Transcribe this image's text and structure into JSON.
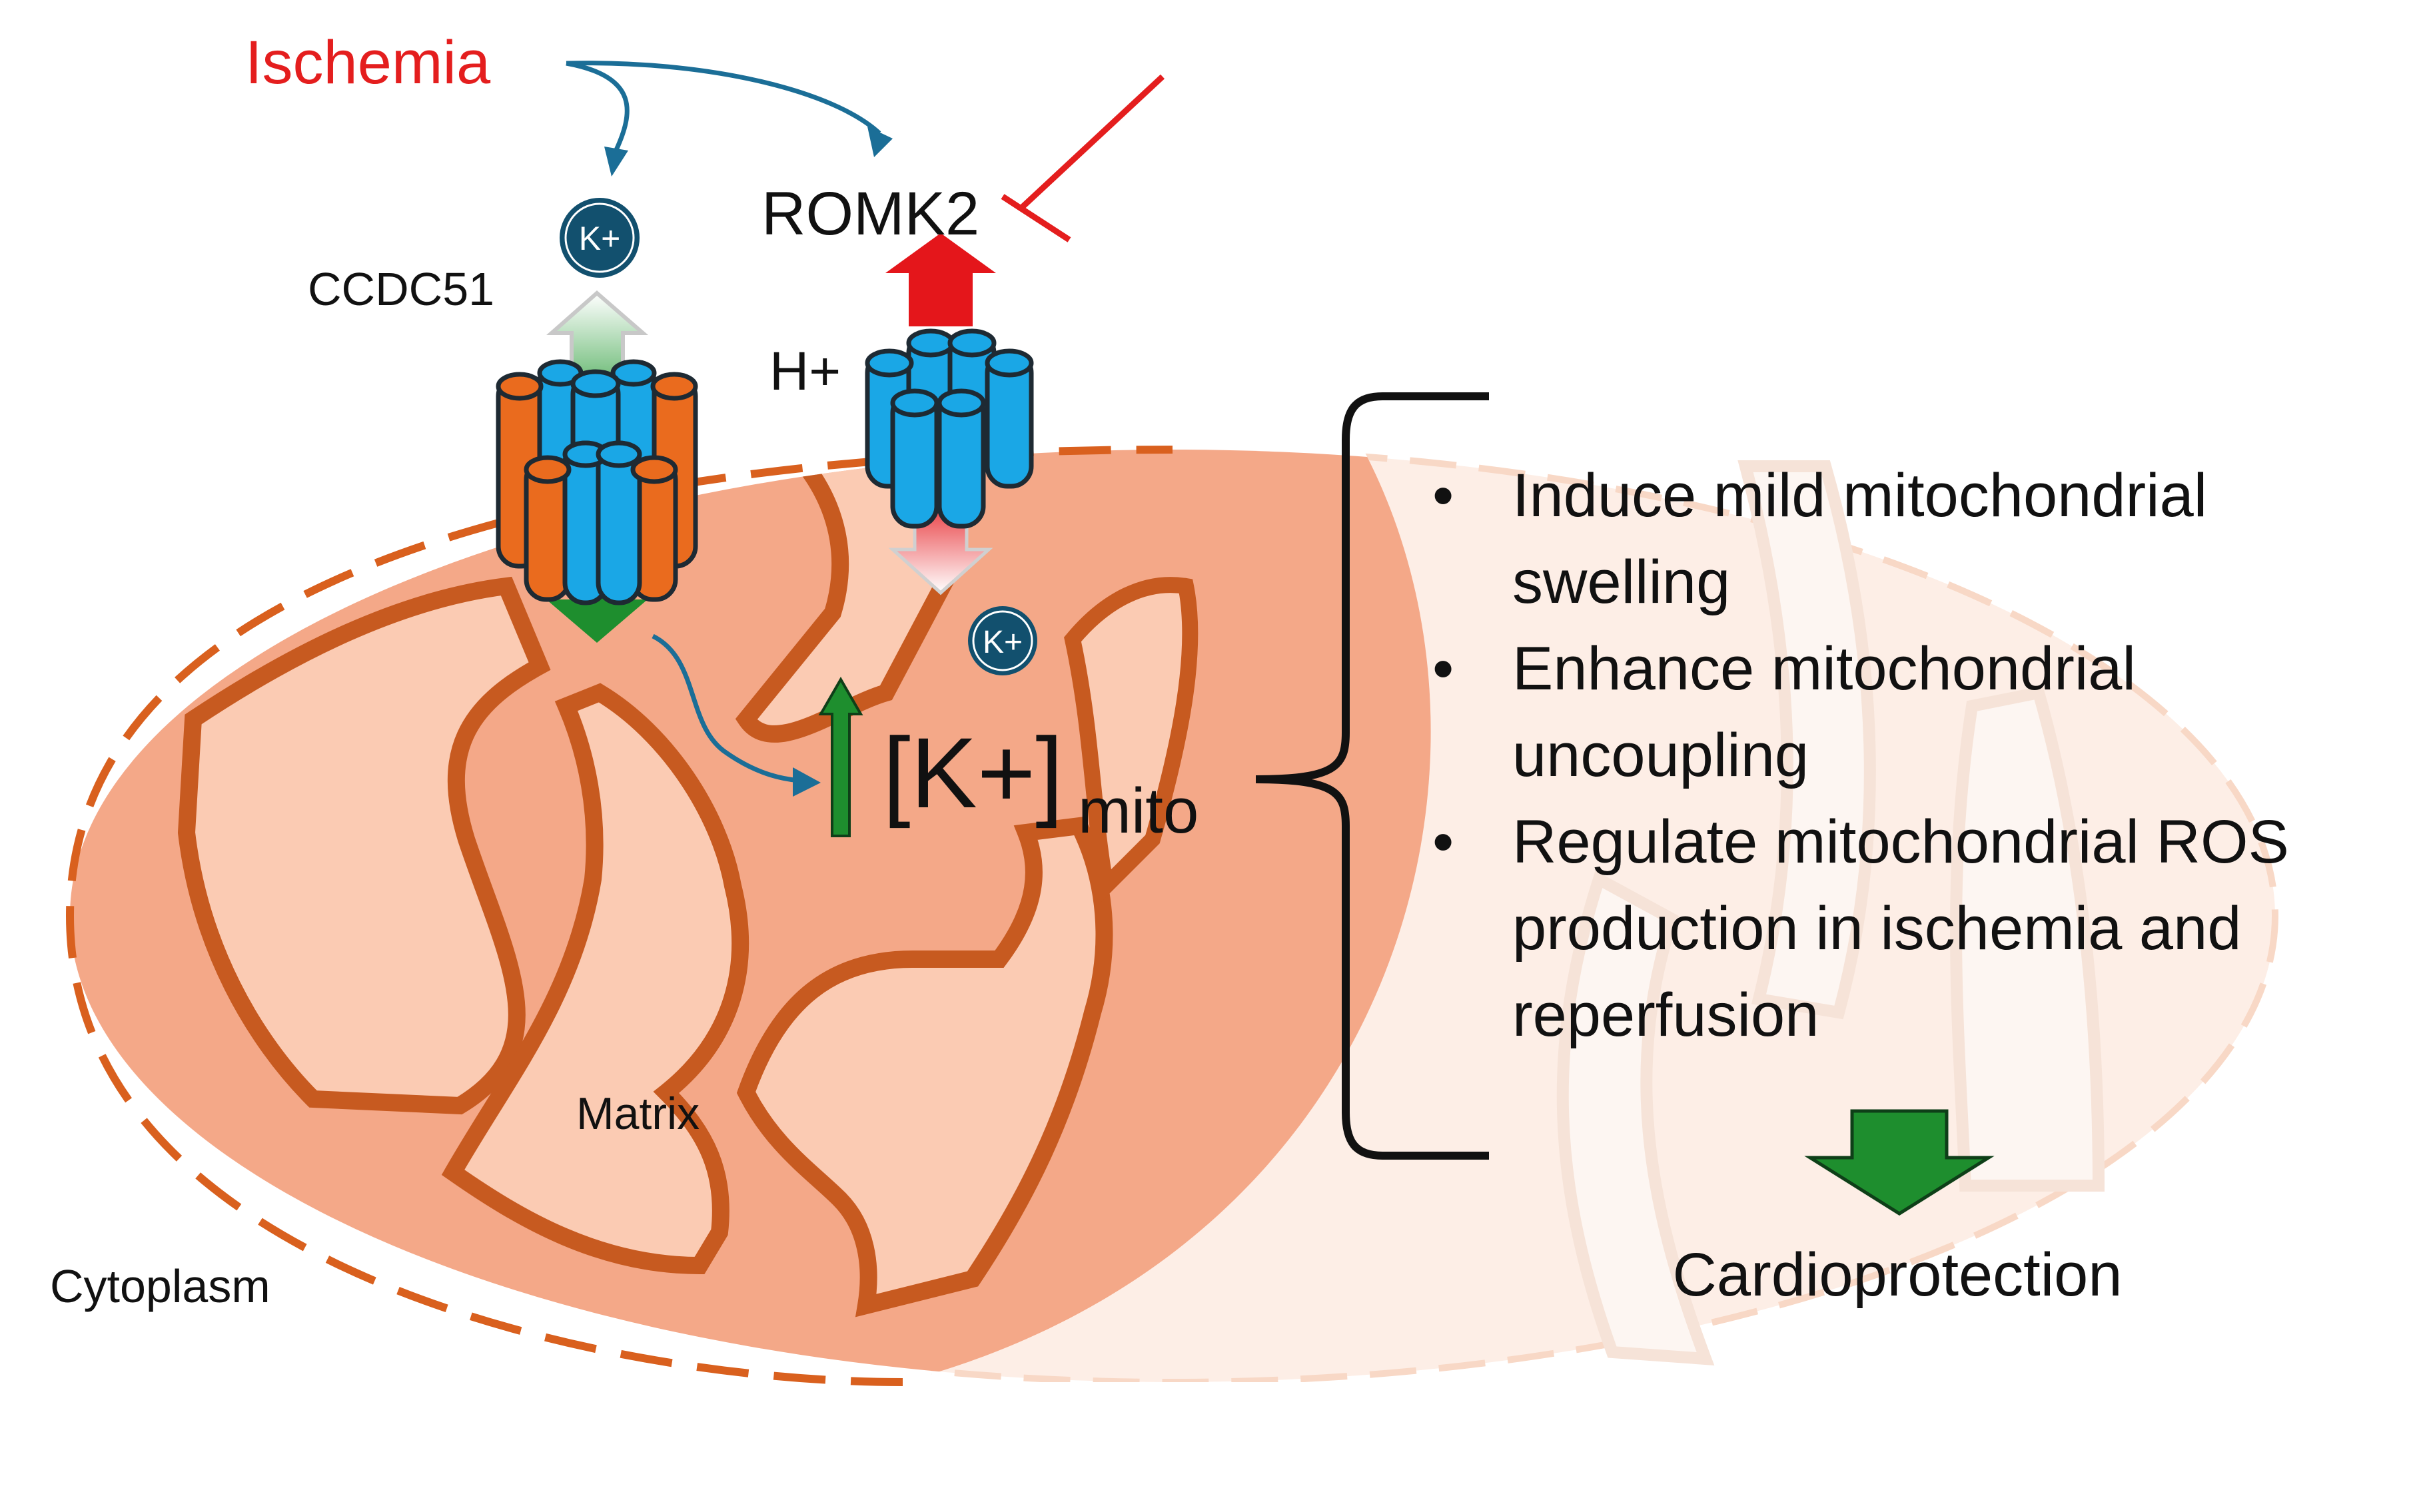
{
  "labels": {
    "ischemia": "Ischemia",
    "romk2": "ROMK2",
    "ccdc51": "CCDC51",
    "h_plus": "H+",
    "k_plus_top": "K+",
    "k_plus_matrix": "K+",
    "k_mito_main": "[K+]",
    "k_mito_sub": "mito",
    "matrix": "Matrix",
    "cytoplasm": "Cytoplasm",
    "cardioprotection": "Cardioprotection"
  },
  "effects": [
    [
      "Induce mild mitochondrial",
      "swelling"
    ],
    [
      "Enhance mitochondrial",
      "uncoupling"
    ],
    [
      "Regulate mitochondrial ROS",
      "production in ischemia and",
      "reperfusion"
    ]
  ],
  "bullet": "•",
  "colors": {
    "mito_fill": "#F4A888",
    "mito_light": "#FAD3C2",
    "mito_outline": "#D9601E",
    "crista_fill": "#FBCBB3",
    "channel_blue": "#1AA7E6",
    "channel_orange": "#EA6B1E",
    "arrow_green": "#1E8E2E",
    "arrow_red": "#E4161B",
    "ion_circle": "#12506E",
    "curve_blue": "#1B6E97",
    "ischemia_red": "#E41E1E"
  },
  "icons": [
    "k-ion-icon",
    "down-arrow-icon",
    "up-arrow-icon",
    "inhibition-icon"
  ]
}
